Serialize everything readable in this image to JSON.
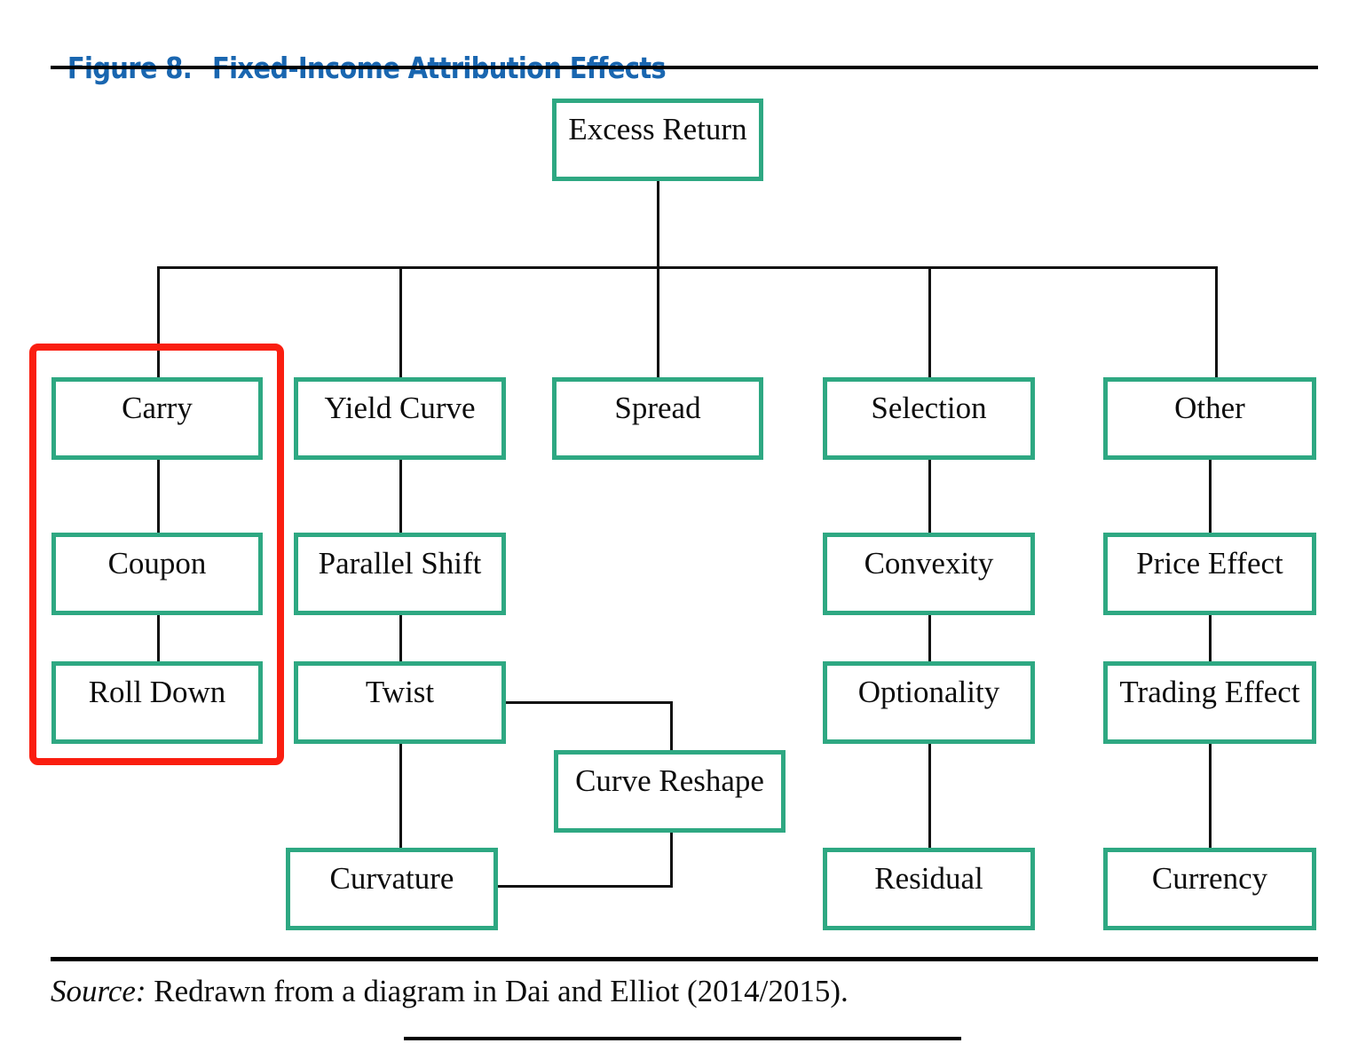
{
  "figure": {
    "number": "Figure 8.",
    "title": "Fixed-Income Attribution Effects"
  },
  "source": {
    "label": "Source:",
    "text": " Redrawn from a diagram in Dai and Elliot (2014/2015)."
  },
  "colors": {
    "title_blue": "#1966b0",
    "node_border_green": "#2ea882",
    "highlight_red": "#fa1e10",
    "connector_black": "#111111",
    "background": "#ffffff"
  },
  "chart_data": {
    "type": "diagram",
    "title": "Fixed-Income Attribution Effects",
    "root": "Excess Return",
    "nodes": [
      {
        "id": "excess-return",
        "label": "Excess Return",
        "column": "root",
        "row": 0
      },
      {
        "id": "carry",
        "label": "Carry",
        "column": "carry",
        "row": 1
      },
      {
        "id": "yield-curve",
        "label": "Yield Curve",
        "column": "yield",
        "row": 1
      },
      {
        "id": "spread",
        "label": "Spread",
        "column": "spread",
        "row": 1
      },
      {
        "id": "selection",
        "label": "Selection",
        "column": "selection",
        "row": 1
      },
      {
        "id": "other",
        "label": "Other",
        "column": "other",
        "row": 1
      },
      {
        "id": "coupon",
        "label": "Coupon",
        "column": "carry",
        "row": 2
      },
      {
        "id": "parallel-shift",
        "label": "Parallel Shift",
        "column": "yield",
        "row": 2
      },
      {
        "id": "convexity",
        "label": "Convexity",
        "column": "selection",
        "row": 2
      },
      {
        "id": "price-effect",
        "label": "Price Effect",
        "column": "other",
        "row": 2
      },
      {
        "id": "roll-down",
        "label": "Roll Down",
        "column": "carry",
        "row": 3
      },
      {
        "id": "twist",
        "label": "Twist",
        "column": "yield",
        "row": 3
      },
      {
        "id": "optionality",
        "label": "Optionality",
        "column": "selection",
        "row": 3
      },
      {
        "id": "trading-effect",
        "label": "Trading Effect",
        "column": "other",
        "row": 3
      },
      {
        "id": "curve-reshape",
        "label": "Curve Reshape",
        "column": "offset",
        "row": 3.5
      },
      {
        "id": "curvature",
        "label": "Curvature",
        "column": "yield",
        "row": 4
      },
      {
        "id": "residual",
        "label": "Residual",
        "column": "selection",
        "row": 4
      },
      {
        "id": "currency",
        "label": "Currency",
        "column": "other",
        "row": 4
      }
    ],
    "edges": [
      {
        "from": "excess-return",
        "to": "carry"
      },
      {
        "from": "excess-return",
        "to": "yield-curve"
      },
      {
        "from": "excess-return",
        "to": "spread"
      },
      {
        "from": "excess-return",
        "to": "selection"
      },
      {
        "from": "excess-return",
        "to": "other"
      },
      {
        "from": "carry",
        "to": "coupon"
      },
      {
        "from": "coupon",
        "to": "roll-down"
      },
      {
        "from": "yield-curve",
        "to": "parallel-shift"
      },
      {
        "from": "parallel-shift",
        "to": "twist"
      },
      {
        "from": "twist",
        "to": "curvature"
      },
      {
        "from": "twist",
        "to": "curve-reshape"
      },
      {
        "from": "curve-reshape",
        "to": "curvature"
      },
      {
        "from": "selection",
        "to": "convexity"
      },
      {
        "from": "convexity",
        "to": "optionality"
      },
      {
        "from": "optionality",
        "to": "residual"
      },
      {
        "from": "other",
        "to": "price-effect"
      },
      {
        "from": "price-effect",
        "to": "trading-effect"
      },
      {
        "from": "trading-effect",
        "to": "currency"
      }
    ],
    "highlight": {
      "label": "Carry branch highlight",
      "encloses": [
        "carry",
        "coupon",
        "roll-down"
      ],
      "color": "#fa1e10"
    }
  }
}
